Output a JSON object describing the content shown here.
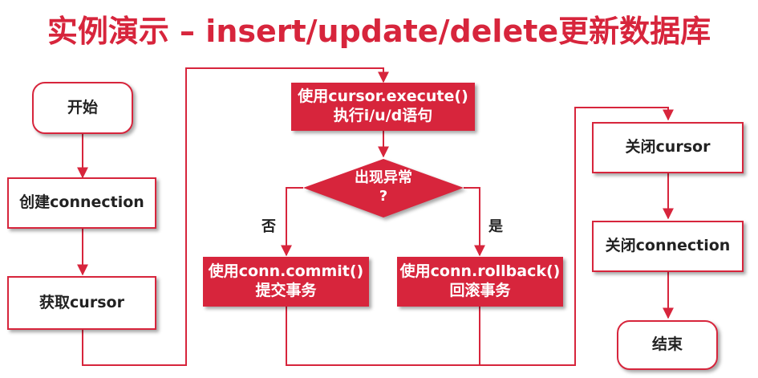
{
  "title": "实例演示 – insert/update/delete更新数据库",
  "nodes": {
    "start": "开始",
    "create_connection": "创建connection",
    "get_cursor": "获取cursor",
    "execute_line1": "使用cursor.execute()",
    "execute_line2": "执行i/u/d语句",
    "decision_line1": "出现异常",
    "decision_line2": "?",
    "commit_line1": "使用conn.commit()",
    "commit_line2": "提交事务",
    "rollback_line1": "使用conn.rollback()",
    "rollback_line2": "回滚事务",
    "close_cursor": "关闭cursor",
    "close_connection": "关闭connection",
    "end": "结束"
  },
  "labels": {
    "no": "否",
    "yes": "是"
  },
  "colors": {
    "accent": "#d7253c",
    "line": "#d7253c"
  }
}
